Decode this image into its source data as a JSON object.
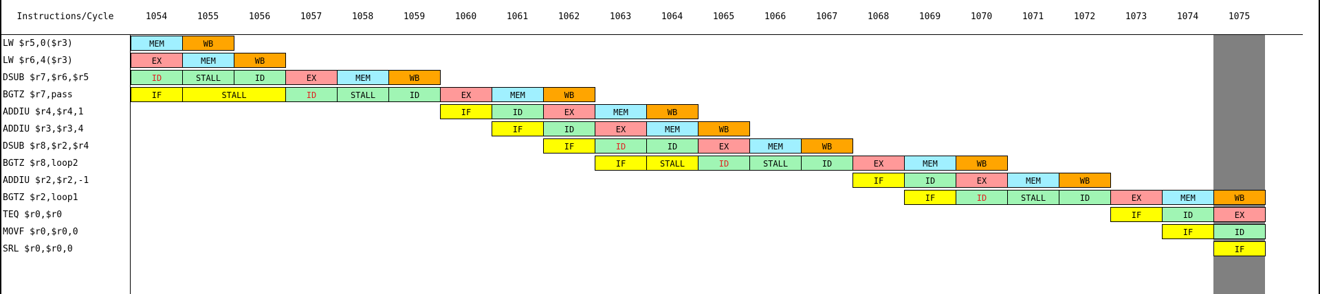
{
  "header": {
    "label": "Instructions/Cycle"
  },
  "cycles": [
    "1054",
    "1055",
    "1056",
    "1057",
    "1058",
    "1059",
    "1060",
    "1061",
    "1062",
    "1063",
    "1064",
    "1065",
    "1066",
    "1067",
    "1068",
    "1069",
    "1070",
    "1071",
    "1072",
    "1073",
    "1074",
    "1075"
  ],
  "current_cycle": "1075",
  "stage_colors": {
    "IF": "#ffff00",
    "ID": "#a0f5b4",
    "STALL": "#a0f5b4",
    "EX": "#ff9999",
    "MEM": "#a0f0ff",
    "WB": "#ffa500"
  },
  "hazard_color": "#e02020",
  "shade_color": "#808080",
  "instructions": [
    {
      "text": "LW $r5,0($r3)",
      "cells": [
        {
          "stage": "MEM",
          "start": 0,
          "span": 1
        },
        {
          "stage": "WB",
          "start": 1,
          "span": 1
        }
      ]
    },
    {
      "text": "LW $r6,4($r3)",
      "cells": [
        {
          "stage": "EX",
          "start": 0,
          "span": 1
        },
        {
          "stage": "MEM",
          "start": 1,
          "span": 1
        },
        {
          "stage": "WB",
          "start": 2,
          "span": 1
        }
      ]
    },
    {
      "text": "DSUB $r7,$r6,$r5",
      "cells": [
        {
          "stage": "ID",
          "start": 0,
          "span": 1,
          "hazard": true
        },
        {
          "stage": "STALL",
          "start": 1,
          "span": 1
        },
        {
          "stage": "ID",
          "start": 2,
          "span": 1
        },
        {
          "stage": "EX",
          "start": 3,
          "span": 1
        },
        {
          "stage": "MEM",
          "start": 4,
          "span": 1
        },
        {
          "stage": "WB",
          "start": 5,
          "span": 1
        }
      ]
    },
    {
      "text": "BGTZ $r7,pass",
      "cells": [
        {
          "stage": "IF",
          "start": 0,
          "span": 1
        },
        {
          "stage": "STALL",
          "label": "STALL",
          "start": 1,
          "span": 2,
          "color": "IF"
        },
        {
          "stage": "ID",
          "start": 3,
          "span": 1,
          "hazard": true
        },
        {
          "stage": "STALL",
          "start": 4,
          "span": 1
        },
        {
          "stage": "ID",
          "start": 5,
          "span": 1
        },
        {
          "stage": "EX",
          "start": 6,
          "span": 1
        },
        {
          "stage": "MEM",
          "start": 7,
          "span": 1
        },
        {
          "stage": "WB",
          "start": 8,
          "span": 1
        }
      ]
    },
    {
      "text": "ADDIU $r4,$r4,1",
      "cells": [
        {
          "stage": "IF",
          "start": 6,
          "span": 1
        },
        {
          "stage": "ID",
          "start": 7,
          "span": 1
        },
        {
          "stage": "EX",
          "start": 8,
          "span": 1
        },
        {
          "stage": "MEM",
          "start": 9,
          "span": 1
        },
        {
          "stage": "WB",
          "start": 10,
          "span": 1
        }
      ]
    },
    {
      "text": "ADDIU $r3,$r3,4",
      "cells": [
        {
          "stage": "IF",
          "start": 7,
          "span": 1
        },
        {
          "stage": "ID",
          "start": 8,
          "span": 1
        },
        {
          "stage": "EX",
          "start": 9,
          "span": 1
        },
        {
          "stage": "MEM",
          "start": 10,
          "span": 1
        },
        {
          "stage": "WB",
          "start": 11,
          "span": 1
        }
      ]
    },
    {
      "text": "DSUB $r8,$r2,$r4",
      "cells": [
        {
          "stage": "IF",
          "start": 8,
          "span": 1
        },
        {
          "stage": "ID",
          "start": 9,
          "span": 1,
          "hazard": true
        },
        {
          "stage": "ID",
          "start": 10,
          "span": 1
        },
        {
          "stage": "EX",
          "start": 11,
          "span": 1
        },
        {
          "stage": "MEM",
          "start": 12,
          "span": 1
        },
        {
          "stage": "WB",
          "start": 13,
          "span": 1
        }
      ]
    },
    {
      "text": "BGTZ $r8,loop2",
      "cells": [
        {
          "stage": "IF",
          "start": 9,
          "span": 1
        },
        {
          "stage": "STALL",
          "start": 10,
          "span": 1,
          "color": "IF"
        },
        {
          "stage": "ID",
          "start": 11,
          "span": 1,
          "hazard": true
        },
        {
          "stage": "STALL",
          "start": 12,
          "span": 1
        },
        {
          "stage": "ID",
          "start": 13,
          "span": 1
        },
        {
          "stage": "EX",
          "start": 14,
          "span": 1
        },
        {
          "stage": "MEM",
          "start": 15,
          "span": 1
        },
        {
          "stage": "WB",
          "start": 16,
          "span": 1
        }
      ]
    },
    {
      "text": "ADDIU $r2,$r2,-1",
      "cells": [
        {
          "stage": "IF",
          "start": 14,
          "span": 1
        },
        {
          "stage": "ID",
          "start": 15,
          "span": 1
        },
        {
          "stage": "EX",
          "start": 16,
          "span": 1
        },
        {
          "stage": "MEM",
          "start": 17,
          "span": 1
        },
        {
          "stage": "WB",
          "start": 18,
          "span": 1
        }
      ]
    },
    {
      "text": "BGTZ $r2,loop1",
      "cells": [
        {
          "stage": "IF",
          "start": 15,
          "span": 1
        },
        {
          "stage": "ID",
          "start": 16,
          "span": 1,
          "hazard": true
        },
        {
          "stage": "STALL",
          "start": 17,
          "span": 1
        },
        {
          "stage": "ID",
          "start": 18,
          "span": 1
        },
        {
          "stage": "EX",
          "start": 19,
          "span": 1
        },
        {
          "stage": "MEM",
          "start": 20,
          "span": 1
        },
        {
          "stage": "WB",
          "start": 21,
          "span": 1
        }
      ]
    },
    {
      "text": "TEQ $r0,$r0",
      "cells": [
        {
          "stage": "IF",
          "start": 19,
          "span": 1
        },
        {
          "stage": "ID",
          "start": 20,
          "span": 1
        },
        {
          "stage": "EX",
          "start": 21,
          "span": 1
        }
      ]
    },
    {
      "text": "MOVF $r0,$r0,0",
      "cells": [
        {
          "stage": "IF",
          "start": 20,
          "span": 1
        },
        {
          "stage": "ID",
          "start": 21,
          "span": 1
        }
      ]
    },
    {
      "text": "SRL $r0,$r0,0",
      "cells": [
        {
          "stage": "IF",
          "start": 21,
          "span": 1
        }
      ]
    }
  ]
}
